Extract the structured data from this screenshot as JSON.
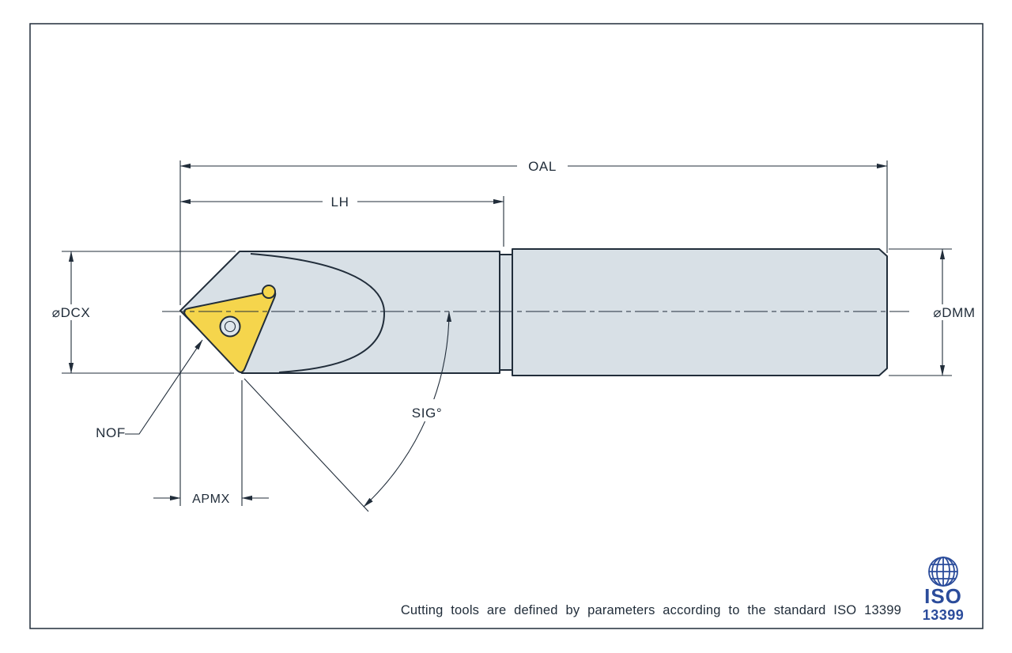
{
  "drawing": {
    "dimension_labels": {
      "oal": "OAL",
      "lh": "LH",
      "dcx": "⌀DCX",
      "dmm": "⌀DMM",
      "nof": "NOF",
      "apmx": "APMX",
      "sig": "SIG°"
    },
    "caption": "Cutting tools are defined by parameters according to the standard ISO 13399",
    "logo": {
      "name": "ISO",
      "standard": "13399"
    },
    "colors": {
      "line": "#212d3a",
      "tool_body": "#d8e0e6",
      "insert": "#f5d54c",
      "logo_blue": "#2b4c9b",
      "background": "#ffffff"
    }
  }
}
